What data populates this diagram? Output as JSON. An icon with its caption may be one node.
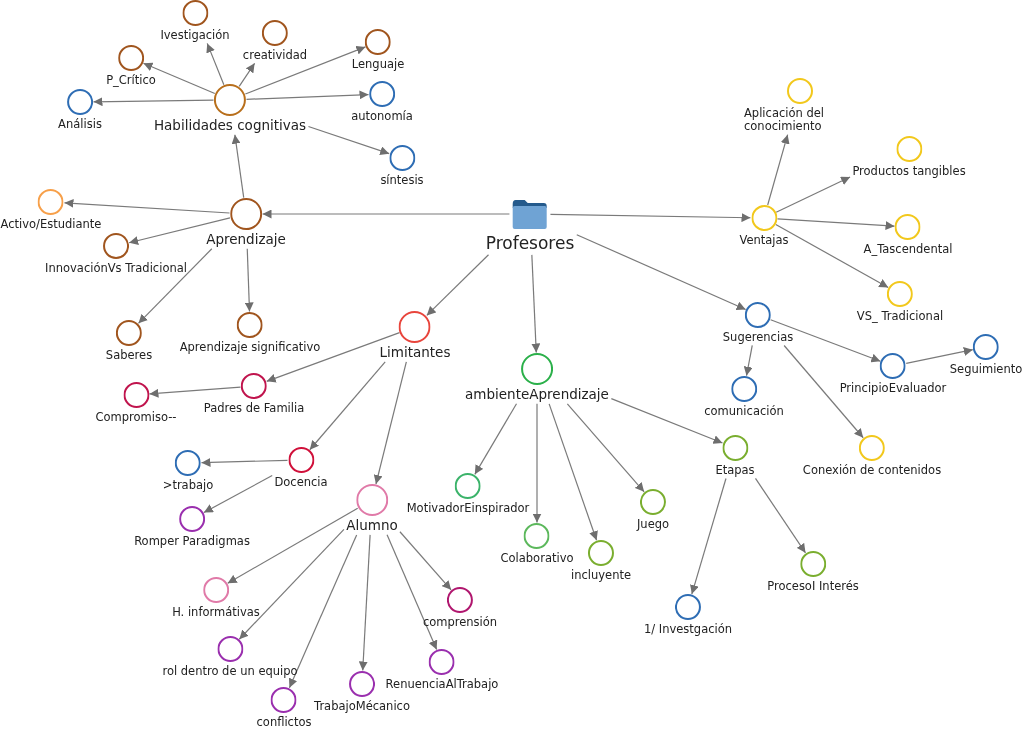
{
  "diagram": {
    "nodes": [
      {
        "text": [
          "Profesores"
        ]
      },
      {
        "text": [
          "Habilidades cognitivas"
        ]
      },
      {
        "text": [
          "Ivestigación"
        ]
      },
      {
        "text": [
          "creatividad"
        ]
      },
      {
        "text": [
          "Lenguaje"
        ]
      },
      {
        "text": [
          "P_Crítico"
        ]
      },
      {
        "text": [
          "autonomía"
        ]
      },
      {
        "text": [
          "Análisis"
        ]
      },
      {
        "text": [
          "síntesis"
        ]
      },
      {
        "text": [
          "Aprendizaje"
        ]
      },
      {
        "text": [
          "Activo/Estudiante"
        ]
      },
      {
        "text": [
          "InnovaciónVs Tradicional"
        ]
      },
      {
        "text": [
          "Saberes"
        ]
      },
      {
        "text": [
          "Aprendizaje significativo"
        ]
      },
      {
        "text": [
          "Ventajas"
        ]
      },
      {
        "text": [
          "Aplicación del conocimiento"
        ]
      },
      {
        "text": [
          "Productos tangibles"
        ]
      },
      {
        "text": [
          "A_Tascendental"
        ]
      },
      {
        "text": [
          "VS_ Tradicional"
        ]
      },
      {
        "text": [
          "Sugerencias"
        ]
      },
      {
        "text": [
          "comunicación"
        ]
      },
      {
        "text": [
          "PrincipioEvaluador"
        ]
      },
      {
        "text": [
          "Seguimiento"
        ]
      },
      {
        "text": [
          "Conexión de contenidos"
        ]
      },
      {
        "text": [
          "Limitantes"
        ]
      },
      {
        "text": [
          "Padres de Familia"
        ]
      },
      {
        "text": [
          "Compromiso--"
        ]
      },
      {
        "text": [
          "Docencia"
        ]
      },
      {
        "text": [
          ">trabajo"
        ]
      },
      {
        "text": [
          "Romper Paradigmas"
        ]
      },
      {
        "text": [
          "Alumno"
        ]
      },
      {
        "text": [
          "H. informátivas"
        ]
      },
      {
        "text": [
          "rol dentro de un equipo"
        ]
      },
      {
        "text": [
          "conflictos"
        ]
      },
      {
        "text": [
          "TrabajoMécanico"
        ]
      },
      {
        "text": [
          "RenuenciaAlTrabajo"
        ]
      },
      {
        "text": [
          "comprensión"
        ]
      },
      {
        "text": [
          "ambienteAprendizaje"
        ]
      },
      {
        "text": [
          "MotivadorEinspirador"
        ]
      },
      {
        "text": [
          "Colaborativo"
        ]
      },
      {
        "text": [
          "incluyente"
        ]
      },
      {
        "text": [
          "Juego"
        ]
      },
      {
        "text": [
          "Etapas"
        ]
      },
      {
        "text": [
          "1/ Investgación"
        ]
      },
      {
        "text": [
          "ProcesoI Interés"
        ]
      }
    ],
    "edges": [
      {
        "from": 0,
        "to": 9,
        "arrow": "to"
      },
      {
        "from": 0,
        "to": 24,
        "arrow": "to"
      },
      {
        "from": 0,
        "to": 37,
        "arrow": "to"
      },
      {
        "from": 0,
        "to": 14,
        "arrow": "to"
      },
      {
        "from": 0,
        "to": 19,
        "arrow": "to"
      },
      {
        "from": 9,
        "to": 1,
        "arrow": "to"
      },
      {
        "from": 9,
        "to": 10,
        "arrow": "to"
      },
      {
        "from": 9,
        "to": 11,
        "arrow": "to"
      },
      {
        "from": 9,
        "to": 12,
        "arrow": "to"
      },
      {
        "from": 9,
        "to": 13,
        "arrow": "to"
      },
      {
        "from": 1,
        "to": 2,
        "arrow": "to"
      },
      {
        "from": 1,
        "to": 3,
        "arrow": "to"
      },
      {
        "from": 1,
        "to": 4,
        "arrow": "to"
      },
      {
        "from": 1,
        "to": 5,
        "arrow": "to"
      },
      {
        "from": 1,
        "to": 6,
        "arrow": "to"
      },
      {
        "from": 1,
        "to": 7,
        "arrow": "to"
      },
      {
        "from": 1,
        "to": 8,
        "arrow": "to"
      },
      {
        "from": 14,
        "to": 15,
        "arrow": "to"
      },
      {
        "from": 14,
        "to": 16,
        "arrow": "to"
      },
      {
        "from": 14,
        "to": 17,
        "arrow": "to"
      },
      {
        "from": 14,
        "to": 18,
        "arrow": "to"
      },
      {
        "from": 19,
        "to": 20,
        "arrow": "to"
      },
      {
        "from": 19,
        "to": 21,
        "arrow": "to"
      },
      {
        "from": 19,
        "to": 23,
        "arrow": "to"
      },
      {
        "from": 21,
        "to": 22,
        "arrow": "to"
      },
      {
        "from": 24,
        "to": 25,
        "arrow": "to"
      },
      {
        "from": 24,
        "to": 27,
        "arrow": "to"
      },
      {
        "from": 24,
        "to": 30,
        "arrow": "to"
      },
      {
        "from": 25,
        "to": 26,
        "arrow": "to"
      },
      {
        "from": 27,
        "to": 28,
        "arrow": "to"
      },
      {
        "from": 27,
        "to": 29,
        "arrow": "to"
      },
      {
        "from": 30,
        "to": 31,
        "arrow": "to"
      },
      {
        "from": 30,
        "to": 32,
        "arrow": "to"
      },
      {
        "from": 30,
        "to": 33,
        "arrow": "to"
      },
      {
        "from": 30,
        "to": 34,
        "arrow": "to"
      },
      {
        "from": 30,
        "to": 35,
        "arrow": "to"
      },
      {
        "from": 30,
        "to": 36,
        "arrow": "to"
      },
      {
        "from": 37,
        "to": 38,
        "arrow": "to"
      },
      {
        "from": 37,
        "to": 39,
        "arrow": "to"
      },
      {
        "from": 37,
        "to": 40,
        "arrow": "to"
      },
      {
        "from": 37,
        "to": 41,
        "arrow": "to"
      },
      {
        "from": 37,
        "to": 42,
        "arrow": "to"
      },
      {
        "from": 42,
        "to": 43,
        "arrow": "to"
      },
      {
        "from": 42,
        "to": 44,
        "arrow": "to"
      }
    ]
  }
}
